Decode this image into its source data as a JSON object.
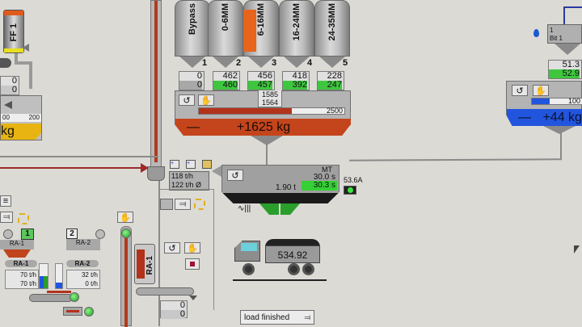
{
  "feeder_ff": {
    "label": "FF 1",
    "values": [
      "0",
      "0"
    ],
    "scale_left": "00",
    "scale_right": "200",
    "weight_suffix": "kg",
    "bar_color": "#e8b412"
  },
  "silos": [
    {
      "label": "Bypass",
      "number": "1",
      "setpoint": "0",
      "actual": "0",
      "actual_active": false
    },
    {
      "label": "0-6MM",
      "number": "2",
      "setpoint": "462",
      "actual": "460",
      "actual_active": true
    },
    {
      "label": "6-16MM",
      "number": "3",
      "setpoint": "456",
      "actual": "457",
      "actual_active": true
    },
    {
      "label": "16-24MM",
      "number": "4",
      "setpoint": "418",
      "actual": "392",
      "actual_active": true
    },
    {
      "label": "24-35MM",
      "number": "5",
      "setpoint": "228",
      "actual": "247",
      "actual_active": true
    }
  ],
  "aggregate_scale": {
    "target": "1585",
    "current": "1564",
    "scale_max": "2500",
    "weight": "+1625 kg",
    "minus": "—",
    "bar_color": "#c4451c"
  },
  "bitumen": {
    "number": "1",
    "label": "Bit 1",
    "setpoint": "51.3",
    "actual": "52.9",
    "scale_max": "100",
    "weight": "+44 kg",
    "minus": "—",
    "bar_color": "#2255dd"
  },
  "mixer": {
    "title": "MT",
    "mix_time_set": "30.0 s",
    "mix_time_actual": "30.3 s",
    "batch_size": "1.90 t",
    "motor_current": "53.6A"
  },
  "throughput": {
    "rate": "118 t/h",
    "avg_rate": "122 t/h Ø"
  },
  "truck": {
    "load_value": "534.92"
  },
  "load_finished_button": {
    "label": "load finished"
  },
  "cold_feed": [
    {
      "number": "1",
      "label": "RA-1",
      "name": "RA-1",
      "rate_set": "70 t/h",
      "rate_actual": "70 t/h"
    },
    {
      "number": "2",
      "label": "RA-2",
      "name": "RA-2",
      "rate_set": "32 t/h",
      "rate_actual": "0 t/h"
    }
  ],
  "ra_silo": {
    "label": "RA-1",
    "values": [
      "0",
      "0"
    ]
  }
}
